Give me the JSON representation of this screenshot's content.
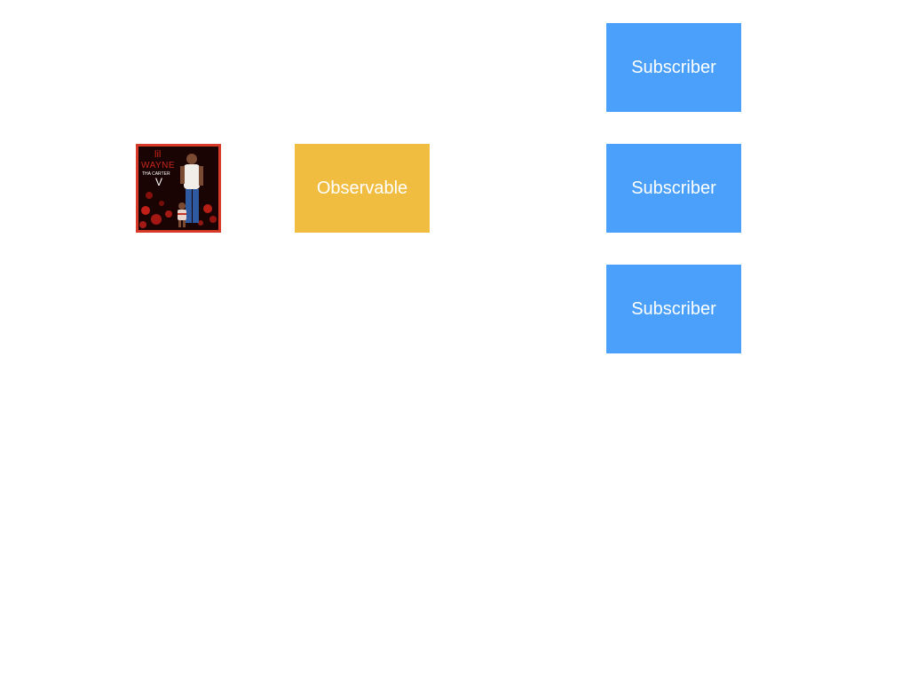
{
  "diagram": {
    "source": {
      "icon": "album-cover-image",
      "artist": "LIL WAYNE",
      "album_title": "THA CARTER",
      "album_numeral": "V",
      "colors": {
        "frame": "#d83a2a",
        "background": "#1a0303",
        "bokeh": "#e0251c"
      }
    },
    "observable": {
      "label": "Observable",
      "color": "#f0bd40"
    },
    "subscribers": [
      {
        "label": "Subscriber",
        "color": "#4aa0fa"
      },
      {
        "label": "Subscriber",
        "color": "#4aa0fa"
      },
      {
        "label": "Subscriber",
        "color": "#4aa0fa"
      }
    ]
  }
}
